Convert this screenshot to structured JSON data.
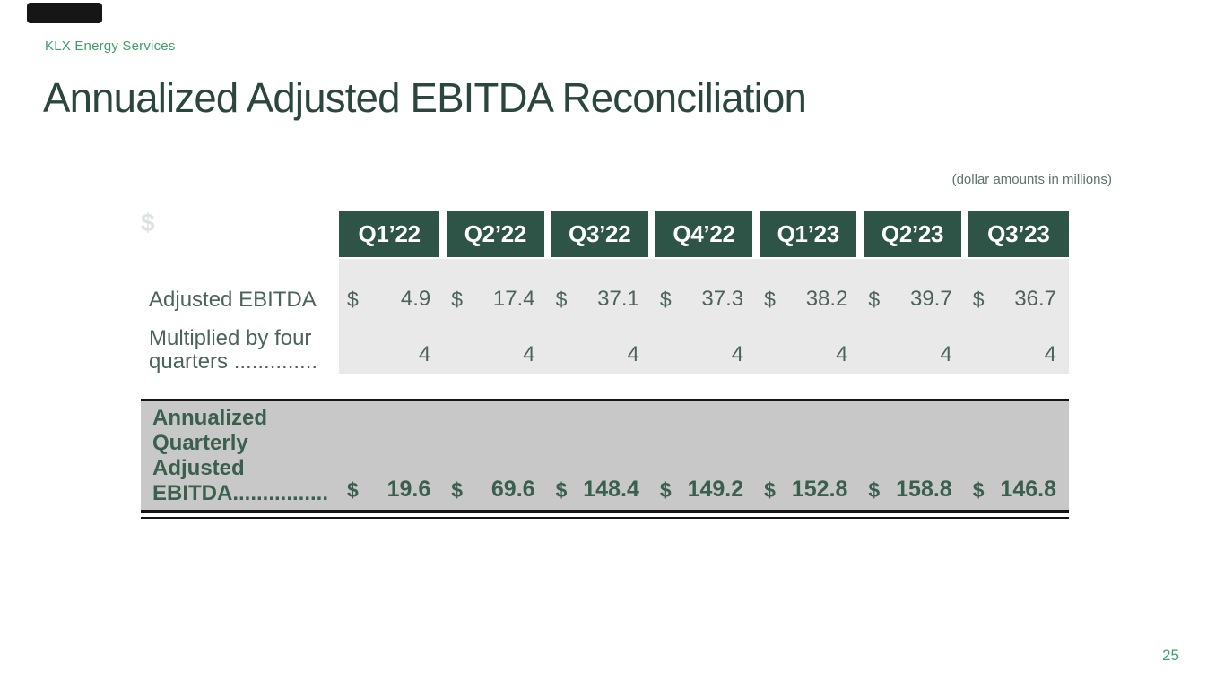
{
  "slide": {
    "eyebrow": "KLX Energy Services",
    "title": "Annualized Adjusted EBITDA Reconciliation",
    "note": "(dollar amounts in millions)",
    "page_number": "25",
    "watermark_glyph": "$"
  },
  "colors": {
    "header_green": "#2E5347",
    "accent_green": "#3F9E68",
    "title_green": "#2B463E",
    "body_text": "#4C635B",
    "total_text": "#3A5F4F",
    "row_background": "#E9E9E9",
    "total_background": "#C8C8C8",
    "rule_black": "#151515"
  },
  "table": {
    "columns": [
      "Q1’22",
      "Q2’22",
      "Q3’22",
      "Q4’22",
      "Q1’23",
      "Q2’23",
      "Q3’23"
    ],
    "rows": {
      "adjusted_ebitda": {
        "label": "Adjusted EBITDA",
        "currency": "$",
        "values": [
          "4.9",
          "17.4",
          "37.1",
          "37.3",
          "38.2",
          "39.7",
          "36.7"
        ]
      },
      "multiplier": {
        "label_line1": "Multiplied by four",
        "label_line2": "quarters ..............",
        "values": [
          "4",
          "4",
          "4",
          "4",
          "4",
          "4",
          "4"
        ]
      }
    },
    "total_row": {
      "label_line1": "Annualized",
      "label_line2": "Quarterly",
      "label_line3": "Adjusted",
      "label_line4": "EBITDA................",
      "currency": "$",
      "values": [
        "19.6",
        "69.6",
        "148.4",
        "149.2",
        "152.8",
        "158.8",
        "146.8"
      ]
    }
  }
}
